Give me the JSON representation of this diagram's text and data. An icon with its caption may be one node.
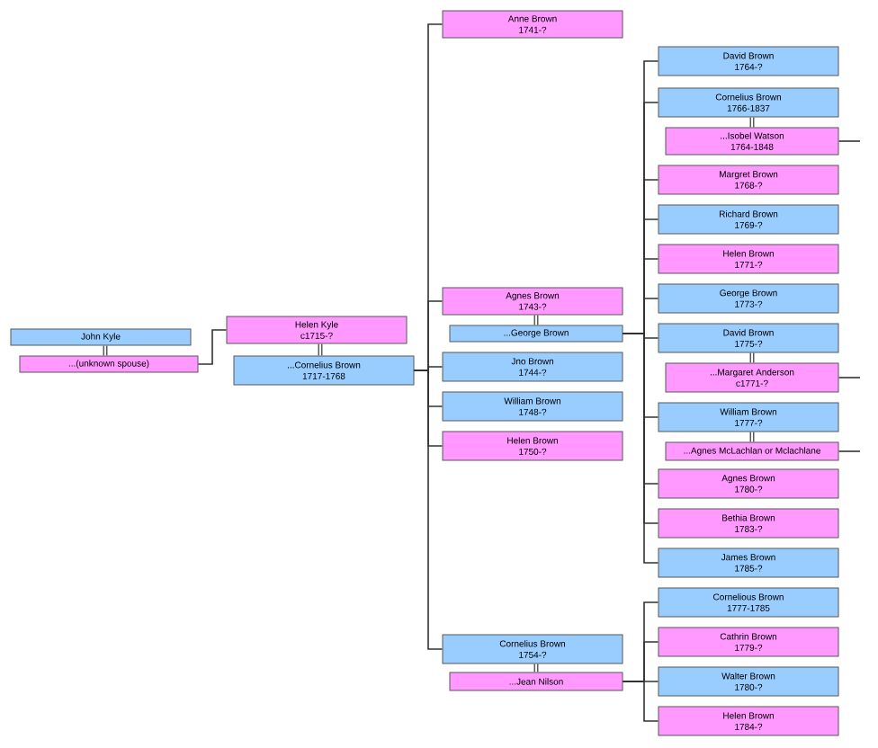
{
  "diagram": {
    "nodes": [
      {
        "text": [
          "John Kyle"
        ]
      },
      {
        "text": [
          "...(unknown spouse)"
        ]
      },
      {
        "text": [
          "Helen Kyle",
          "c1715-?"
        ]
      },
      {
        "text": [
          "...Cornelius Brown",
          "1717-1768"
        ]
      },
      {
        "text": [
          "Anne Brown",
          "1741-?"
        ]
      },
      {
        "text": [
          "Agnes Brown",
          "1743-?"
        ]
      },
      {
        "text": [
          "...George Brown"
        ]
      },
      {
        "text": [
          "Jno Brown",
          "1744-?"
        ]
      },
      {
        "text": [
          "William Brown",
          "1748-?"
        ]
      },
      {
        "text": [
          "Helen Brown",
          "1750-?"
        ]
      },
      {
        "text": [
          "Cornelius Brown",
          "1754-?"
        ]
      },
      {
        "text": [
          "...Jean Nilson"
        ]
      },
      {
        "text": [
          "David Brown",
          "1764-?"
        ]
      },
      {
        "text": [
          "Cornelius Brown",
          "1766-1837"
        ]
      },
      {
        "text": [
          "...Isobel Watson",
          "1764-1848"
        ]
      },
      {
        "text": [
          "Margret Brown",
          "1768-?"
        ]
      },
      {
        "text": [
          "Richard Brown",
          "1769-?"
        ]
      },
      {
        "text": [
          "Helen Brown",
          "1771-?"
        ]
      },
      {
        "text": [
          "George Brown",
          "1773-?"
        ]
      },
      {
        "text": [
          "David Brown",
          "1775-?"
        ]
      },
      {
        "text": [
          "...Margaret Anderson",
          "c1771-?"
        ]
      },
      {
        "text": [
          "William Brown",
          "1777-?"
        ]
      },
      {
        "text": [
          "...Agnes McLachlan or Mclachlane"
        ]
      },
      {
        "text": [
          "Agnes Brown",
          "1780-?"
        ]
      },
      {
        "text": [
          "Bethia Brown",
          "1783-?"
        ]
      },
      {
        "text": [
          "James Brown",
          "1785-?"
        ]
      },
      {
        "text": [
          "Cornelious Brown",
          "1777-1785"
        ]
      },
      {
        "text": [
          "Cathrin Brown",
          "1779-?"
        ]
      },
      {
        "text": [
          "Walter Brown",
          "1780-?"
        ]
      },
      {
        "text": [
          "Helen Brown",
          "1784-?"
        ]
      }
    ],
    "edges": [
      {
        "from": 0,
        "to": 1,
        "arrow": "none",
        "style": "thick"
      },
      {
        "from": 1,
        "to": 2,
        "arrow": "none"
      },
      {
        "from": 2,
        "to": 3,
        "arrow": "none",
        "style": "thick"
      },
      {
        "from": 3,
        "to": 4,
        "arrow": "none"
      },
      {
        "from": 3,
        "to": 5,
        "arrow": "none"
      },
      {
        "from": 3,
        "to": 7,
        "arrow": "none"
      },
      {
        "from": 3,
        "to": 8,
        "arrow": "none"
      },
      {
        "from": 3,
        "to": 9,
        "arrow": "none"
      },
      {
        "from": 3,
        "to": 10,
        "arrow": "none"
      },
      {
        "from": 5,
        "to": 6,
        "arrow": "none",
        "style": "thick"
      },
      {
        "from": 6,
        "to": 12,
        "arrow": "none"
      },
      {
        "from": 6,
        "to": 13,
        "arrow": "none"
      },
      {
        "from": 6,
        "to": 15,
        "arrow": "none"
      },
      {
        "from": 6,
        "to": 16,
        "arrow": "none"
      },
      {
        "from": 6,
        "to": 17,
        "arrow": "none"
      },
      {
        "from": 6,
        "to": 18,
        "arrow": "none"
      },
      {
        "from": 6,
        "to": 19,
        "arrow": "none"
      },
      {
        "from": 6,
        "to": 21,
        "arrow": "none"
      },
      {
        "from": 6,
        "to": 23,
        "arrow": "none"
      },
      {
        "from": 6,
        "to": 24,
        "arrow": "none"
      },
      {
        "from": 6,
        "to": 25,
        "arrow": "none"
      },
      {
        "from": 10,
        "to": 11,
        "arrow": "none",
        "style": "thick"
      },
      {
        "from": 11,
        "to": 26,
        "arrow": "none"
      },
      {
        "from": 11,
        "to": 27,
        "arrow": "none"
      },
      {
        "from": 11,
        "to": 28,
        "arrow": "none"
      },
      {
        "from": 11,
        "to": 29,
        "arrow": "none"
      },
      {
        "from": 13,
        "to": 14,
        "arrow": "none",
        "style": "thick"
      },
      {
        "from": 19,
        "to": 20,
        "arrow": "none",
        "style": "thick"
      },
      {
        "from": 21,
        "to": 22,
        "arrow": "none",
        "style": "thick"
      },
      {
        "from": 14,
        "to": null,
        "arrow": "none"
      },
      {
        "from": 20,
        "to": null,
        "arrow": "none"
      },
      {
        "from": 22,
        "to": null,
        "arrow": "none"
      }
    ]
  }
}
